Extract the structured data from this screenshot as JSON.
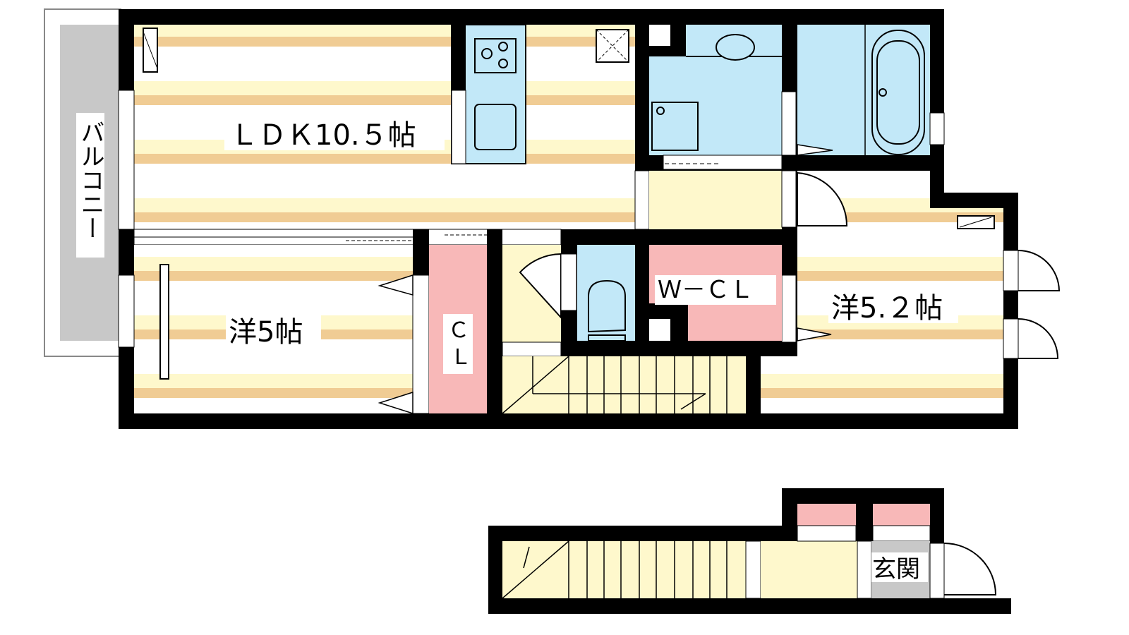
{
  "floor_plan": {
    "rooms": {
      "balcony": "バルコニー",
      "ldk": "ＬＤＫ10.５帖",
      "western_5": "洋5帖",
      "closet": "Ｃ\nＬ",
      "closet_line1": "Ｃ",
      "closet_line2": "Ｌ",
      "walk_in_closet": "Ｗ－ＣＬ",
      "western_5_2": "洋5.２帖",
      "entrance": "玄関"
    },
    "colors": {
      "wall": "#000000",
      "wet_area": "#c2e8f8",
      "closet": "#f8b8b8",
      "hall": "#fef8cc",
      "floor_stripe": "#f0cc94",
      "balcony": "#c8c8c8"
    }
  }
}
